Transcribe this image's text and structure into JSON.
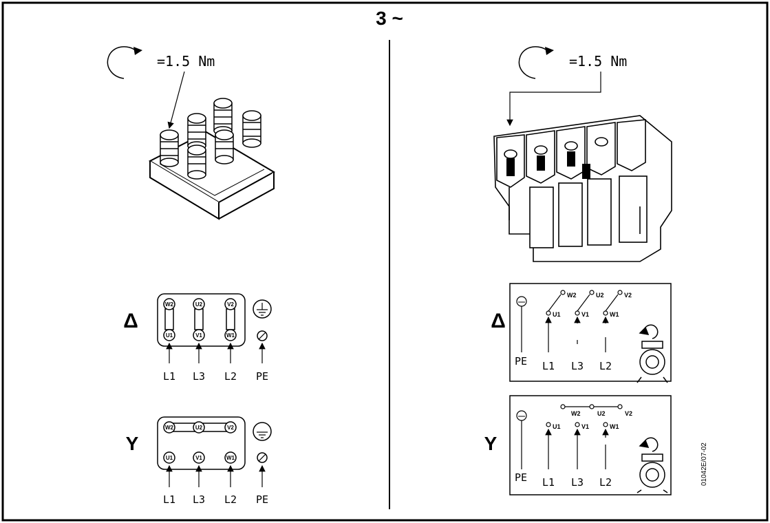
{
  "header": {
    "title": "3 ~"
  },
  "left": {
    "torque": "=1.5 Nm",
    "delta": {
      "symbol": "Δ",
      "top_terminals": [
        "W2",
        "U2",
        "V2"
      ],
      "bottom_terminals": [
        "U1",
        "V1",
        "W1"
      ],
      "lines": [
        "L1",
        "L3",
        "L2",
        "PE"
      ]
    },
    "star": {
      "symbol": "Y",
      "top_terminals": [
        "W2",
        "U2",
        "V2"
      ],
      "bottom_terminals": [
        "U1",
        "V1",
        "W1"
      ],
      "lines": [
        "L1",
        "L3",
        "L2",
        "PE"
      ]
    }
  },
  "right": {
    "torque": "=1.5 Nm",
    "delta": {
      "symbol": "Δ",
      "top_terminals": [
        "W2",
        "U2",
        "V2"
      ],
      "bottom_terminals": [
        "U1",
        "V1",
        "W1"
      ],
      "lines": [
        "L1",
        "L3",
        "L2"
      ],
      "pe": "PE"
    },
    "star": {
      "symbol": "Y",
      "top_terminals": [
        "W2",
        "U2",
        "V2"
      ],
      "bottom_terminals": [
        "U1",
        "V1",
        "W1"
      ],
      "lines": [
        "L1",
        "L3",
        "L2"
      ],
      "pe": "PE"
    },
    "reference": "01042E/07-02"
  }
}
